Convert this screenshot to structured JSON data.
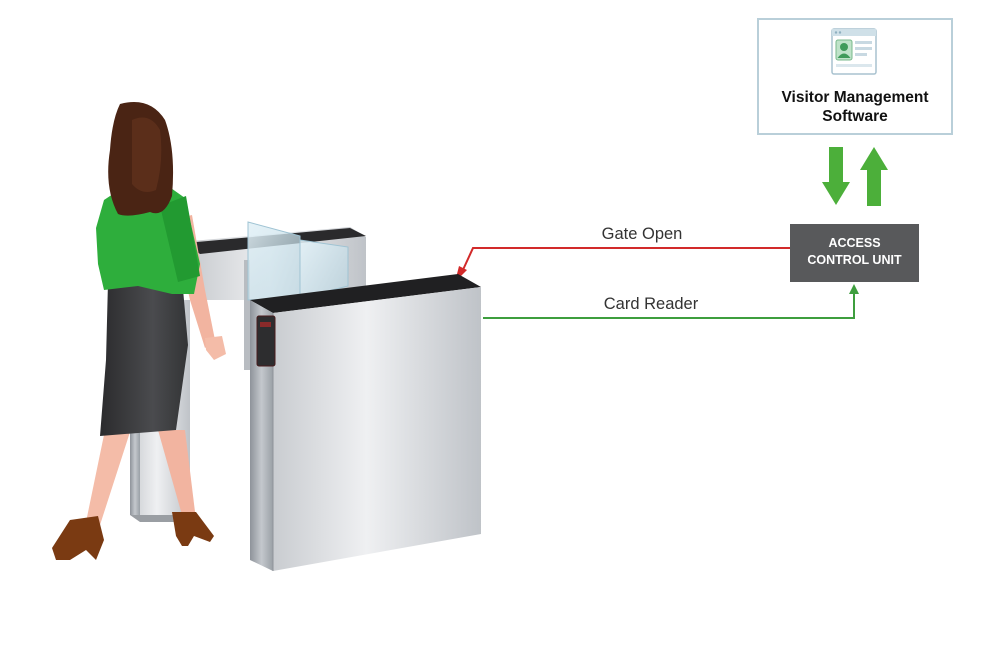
{
  "software_box": {
    "title_line1": "Visitor Management",
    "title_line2": "Software",
    "icon": "id-card-window-icon"
  },
  "control_unit": {
    "line1": "ACCESS",
    "line2": "CONTROL UNIT"
  },
  "connections": {
    "gate_open_label": "Gate Open",
    "card_reader_label": "Card Reader"
  },
  "colors": {
    "gate_open_line": "#d22a2a",
    "card_reader_line": "#3e9e3e",
    "sync_arrows": "#4caf3a",
    "control_unit_bg": "#58595b",
    "software_border": "#b9cfd9",
    "shirt": "#2eae3c"
  }
}
